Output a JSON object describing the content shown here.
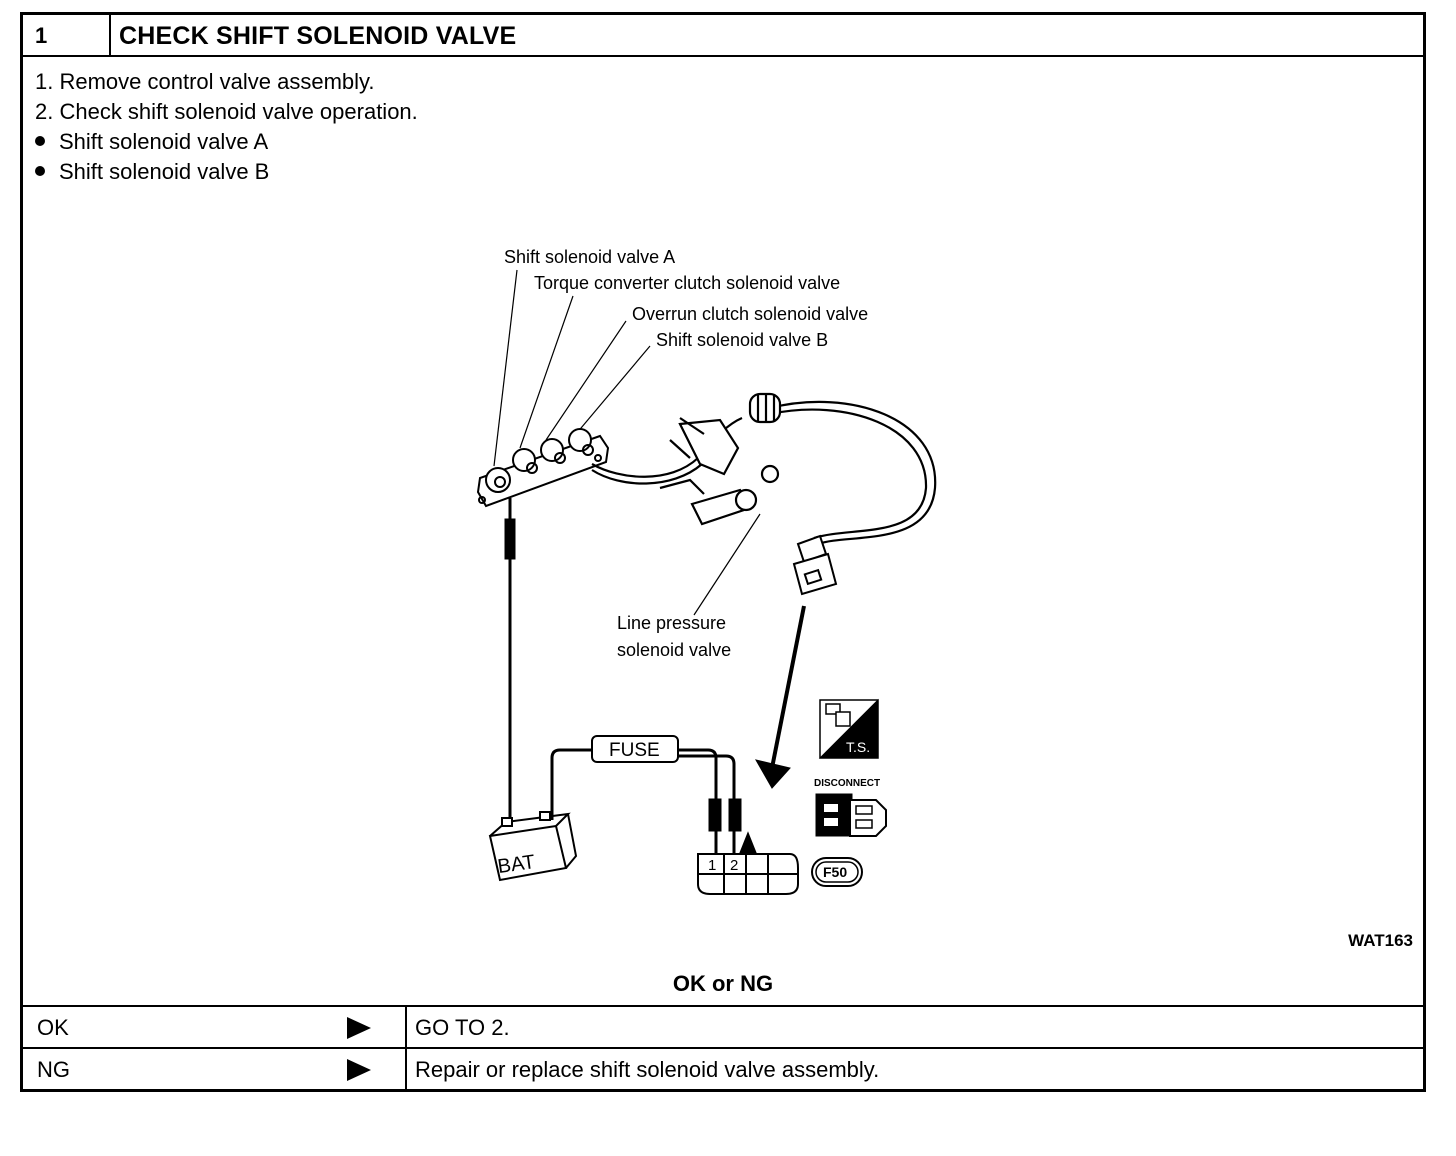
{
  "header": {
    "step_number": "1",
    "title": "CHECK SHIFT SOLENOID VALVE"
  },
  "instructions": [
    "1.  Remove control valve assembly.",
    "2.  Check shift solenoid valve operation.",
    "Shift solenoid valve A",
    "Shift solenoid valve B"
  ],
  "diagram": {
    "labels": {
      "shift_a": "Shift solenoid valve A",
      "torque": "Torque converter clutch solenoid valve",
      "overrun": "Overrun clutch solenoid valve",
      "shift_b": "Shift solenoid valve B",
      "line_pressure_1": "Line pressure",
      "line_pressure_2": "solenoid valve",
      "fuse": "FUSE",
      "battery": "BAT",
      "pin1": "1",
      "pin2": "2",
      "ts": "T.S.",
      "disconnect": "DISCONNECT",
      "connector_id": "F50"
    },
    "figure_id": "WAT163"
  },
  "question": "OK or NG",
  "results": [
    {
      "label": "OK",
      "action": "GO TO 2."
    },
    {
      "label": "NG",
      "action": "Repair or replace shift solenoid valve assembly."
    }
  ]
}
